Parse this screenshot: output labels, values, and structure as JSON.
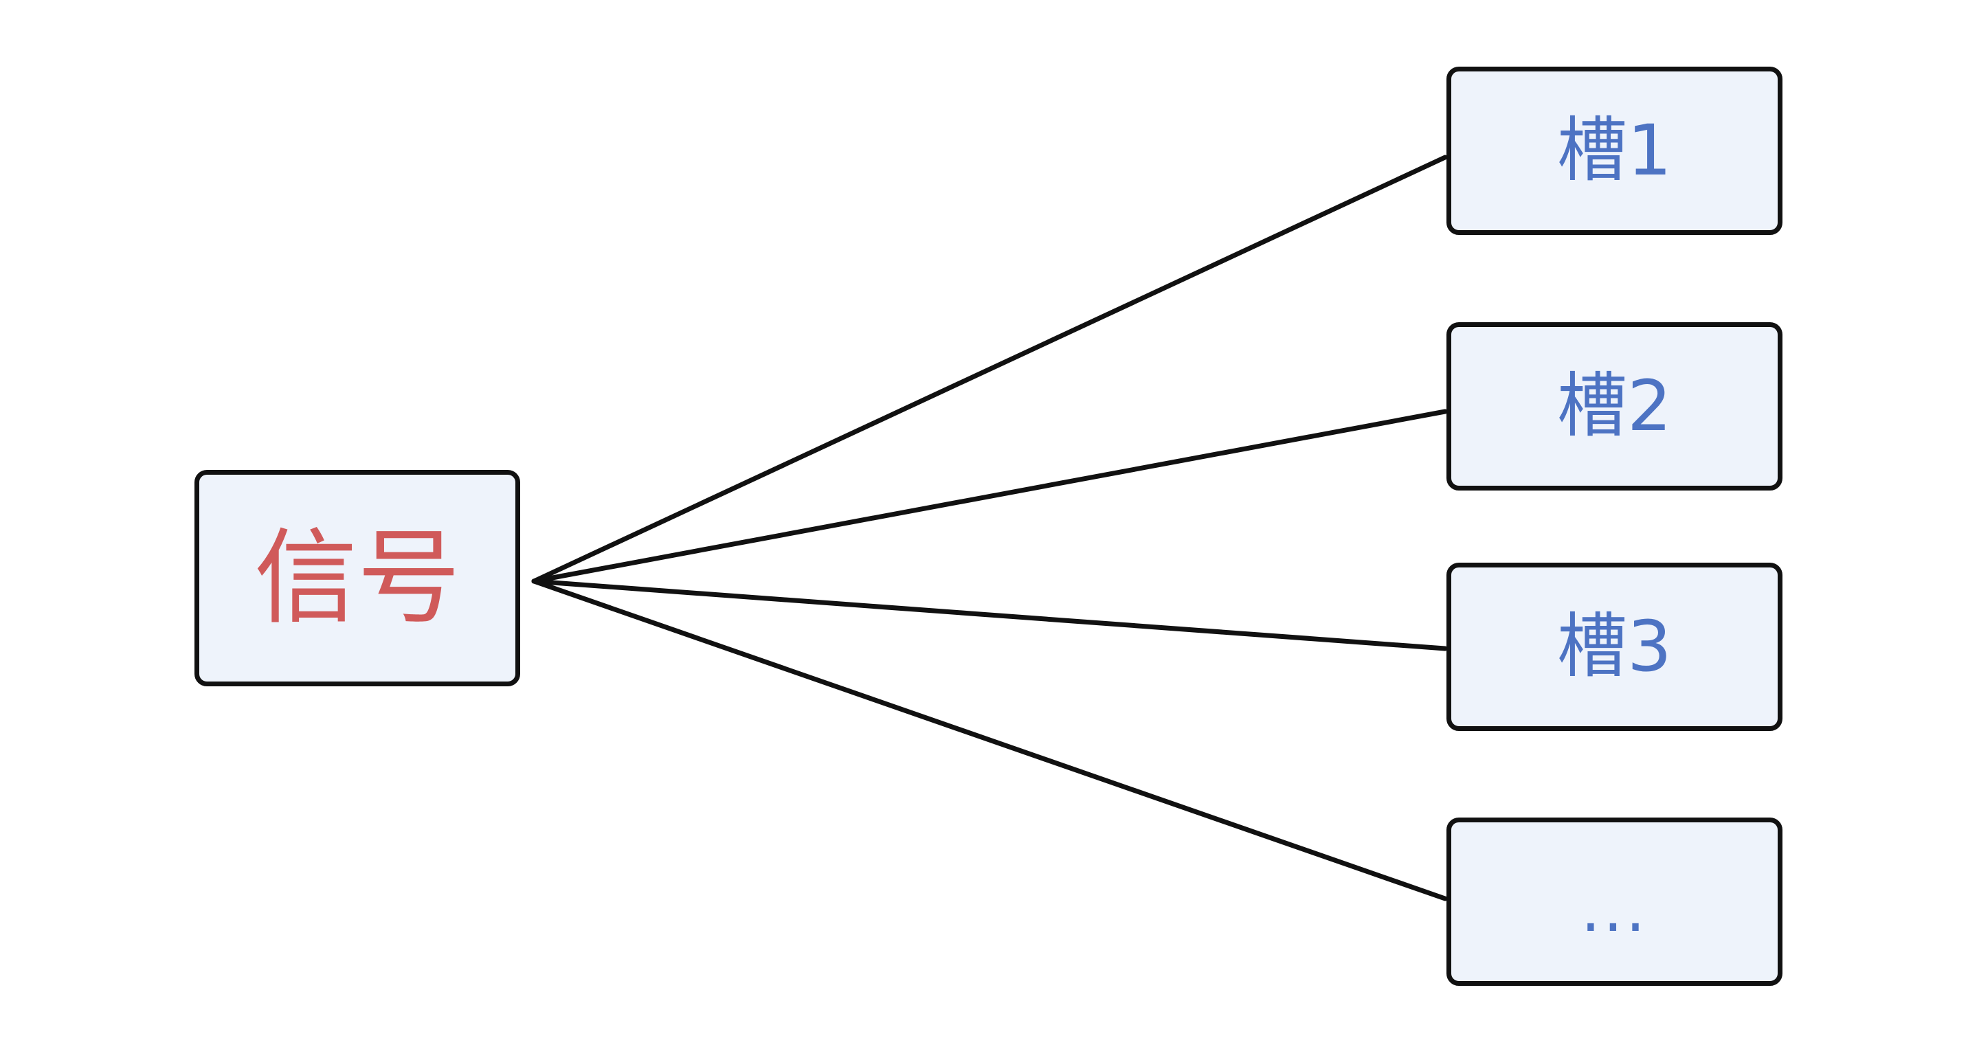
{
  "diagram": {
    "source": {
      "label": "信号",
      "color": "#d05a5a"
    },
    "targets": [
      {
        "label": "槽1"
      },
      {
        "label": "槽2"
      },
      {
        "label": "槽3"
      },
      {
        "label": "..."
      }
    ],
    "target_color": "#4d73c3",
    "node_fill": "#eef3fb",
    "edge_color": "#111111"
  }
}
